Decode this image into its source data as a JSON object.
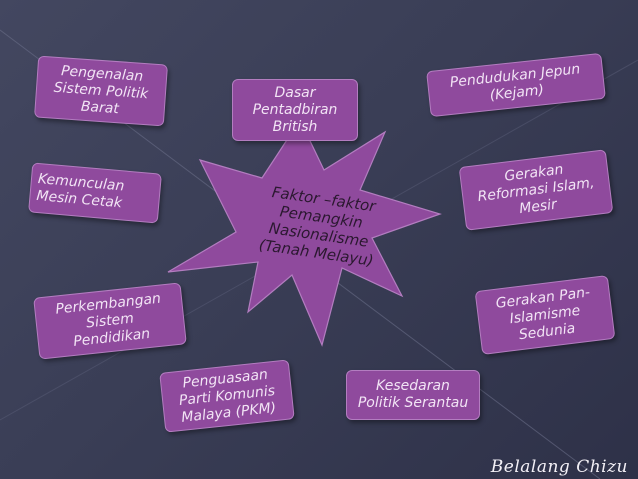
{
  "center": {
    "label": "Faktor –faktor\nPemangkin\nNasionalisme\n(Tanah Melayu)"
  },
  "boxes": {
    "pengenalan": "Pengenalan\nSistem Politik\nBarat",
    "dasar": "Dasar\nPentadbiran\nBritish",
    "pendudukan": "Pendudukan Jepun\n(Kejam)",
    "kemunculan": "Kemunculan\nMesin Cetak",
    "reformasi": "Gerakan\nReformasi Islam,\nMesir",
    "perkembangan": "Perkembangan\nSistem\nPendidikan",
    "panislamisme": "Gerakan Pan-\nIslamisme\nSedunia",
    "penguasaan": "Penguasaan\nParti Komunis\nMalaya (PKM)",
    "kesedaran": "Kesedaran\nPolitik Serantau"
  },
  "watermark": "Belalang Chizu",
  "colors": {
    "background": "#3a3e56",
    "box": "#8f4a9d",
    "star": "#8f4a9d"
  }
}
